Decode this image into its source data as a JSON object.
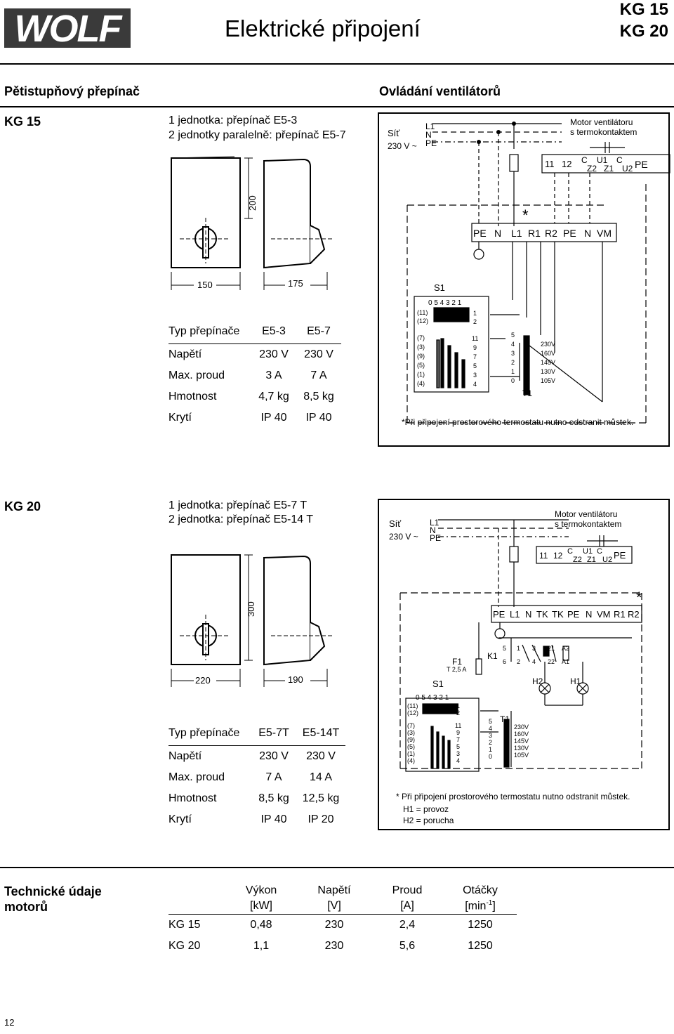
{
  "header": {
    "page_title": "Elektrické připojení",
    "model_1": "KG 15",
    "model_2": "KG 20"
  },
  "sections": {
    "switch_heading": "Pětistupňový přepínač",
    "fan_heading": "Ovládání ventilátorů"
  },
  "kg15": {
    "label": "KG 15",
    "unit_line_1": "1 jednotka: přepínač E5-3",
    "unit_line_2": "2 jednotky paralelně: přepínač E5-7",
    "dim_height": "200",
    "dim_width_1": "150",
    "dim_width_2": "175",
    "specs": {
      "header": [
        "Typ přepínače",
        "E5-3",
        "E5-7"
      ],
      "rows": [
        [
          "Napětí",
          "230 V",
          "230 V"
        ],
        [
          "Max. proud",
          "3 A",
          "7 A"
        ],
        [
          "Hmotnost",
          "4,7 kg",
          "8,5 kg"
        ],
        [
          "Krytí",
          "IP 40",
          "IP 40"
        ]
      ]
    },
    "diagram": {
      "supply_label": "Síť",
      "supply_voltage": "230 V ~",
      "l1": "L1",
      "n": "N",
      "pe": "PE",
      "motor_label_1": "Motor ventilátoru",
      "motor_label_2": "s termokontaktem",
      "motor_terminals": [
        "11",
        "12",
        "C",
        "U1",
        "C",
        "Z2",
        "Z1",
        "U2",
        "PE"
      ],
      "terminal_strip": [
        "PE",
        "N",
        "L1",
        "R1",
        "R2",
        "PE",
        "N",
        "VM"
      ],
      "star": "*",
      "switch_label": "S1",
      "switch_positions": "0 5 4 3 2 1",
      "switch_left_pins": [
        "(11)",
        "(12)",
        "(7)",
        "(3)",
        "(9)",
        "(5)",
        "(1)",
        "(4)"
      ],
      "switch_right_pins": [
        "1",
        "2",
        "11",
        "9",
        "7",
        "5",
        "3",
        "4"
      ],
      "transformer_taps": [
        "5",
        "4",
        "3",
        "2",
        "1",
        "0"
      ],
      "transformer_voltages": [
        "230V",
        "160V",
        "145V",
        "130V",
        "105V"
      ],
      "transformer_label": "T1",
      "footnote": "*Při připojení  prostorového termostatu nutno odstranit můstek."
    }
  },
  "kg20": {
    "label": "KG 20",
    "unit_line_1": "1 jednotka: přepínač  E5-7 T",
    "unit_line_2": "2 jednotka: přepínač  E5-14 T",
    "dim_height": "300",
    "dim_width_1": "220",
    "dim_width_2": "190",
    "specs": {
      "header": [
        "Typ přepínače",
        "E5-7T",
        "E5-14T"
      ],
      "rows": [
        [
          "Napětí",
          "230 V",
          "230 V"
        ],
        [
          "Max. proud",
          "7 A",
          "14 A"
        ],
        [
          "Hmotnost",
          "8,5 kg",
          "12,5 kg"
        ],
        [
          "Krytí",
          "IP 40",
          "IP 20"
        ]
      ]
    },
    "diagram": {
      "supply_label": "Síť",
      "supply_voltage": "230 V ~",
      "l1": "L1",
      "n": "N",
      "pe": "PE",
      "motor_label_1": "Motor ventilátoru",
      "motor_label_2": "s termokontaktem",
      "motor_terminals": [
        "11",
        "12",
        "C",
        "U1",
        "C",
        "Z2",
        "Z1",
        "U2",
        "PE"
      ],
      "terminal_strip": [
        "PE",
        "L1",
        "N",
        "TK",
        "TK",
        "PE",
        "N",
        "VM",
        "R1",
        "R2"
      ],
      "star": "*",
      "fuse_label": "F1",
      "fuse_rating": "T 2,5 A",
      "relay_label": "K1",
      "relay_pins_top": [
        "5",
        "1",
        "3",
        "21",
        "A2"
      ],
      "relay_pins_bottom": [
        "6",
        "2",
        "4",
        "22",
        "A1"
      ],
      "lamp_h2": "H2",
      "lamp_h1": "H1",
      "switch_label": "S1",
      "switch_positions": "0 5 4 3 2 1",
      "switch_left_pins": [
        "(11)",
        "(12)",
        "(7)",
        "(3)",
        "(9)",
        "(5)",
        "(1)",
        "(4)"
      ],
      "switch_right_pins": [
        "1",
        "2",
        "11",
        "9",
        "7",
        "5",
        "3",
        "4"
      ],
      "transformer_taps": [
        "5",
        "4",
        "3",
        "2",
        "1",
        "0"
      ],
      "transformer_voltages": [
        "230V",
        "160V",
        "145V",
        "130V",
        "105V"
      ],
      "transformer_label": "T1",
      "footnote_1": "*  Při připojení  prostorového termostatu nutno odstranit můstek.",
      "footnote_2": "H1 = provoz",
      "footnote_3": "H2 = porucha"
    }
  },
  "motor_data": {
    "heading_1": "Technické  údaje",
    "heading_2": "motorů",
    "columns": [
      {
        "name": "Výkon",
        "unit": "[kW]"
      },
      {
        "name": "Napětí",
        "unit": "[V]"
      },
      {
        "name": "Proud",
        "unit": "[A]"
      },
      {
        "name": "Otáčky",
        "unit": "[min"
      }
    ],
    "unit_exp": "-1",
    "unit_close": "]",
    "rows": [
      [
        "KG 15",
        "0,48",
        "230",
        "2,4",
        "1250"
      ],
      [
        "KG 20",
        "1,1",
        "230",
        "5,6",
        "1250"
      ]
    ]
  },
  "page_number": "12",
  "logo_text": "WOLF",
  "colors": {
    "logo": "#333333",
    "text": "#000000"
  }
}
